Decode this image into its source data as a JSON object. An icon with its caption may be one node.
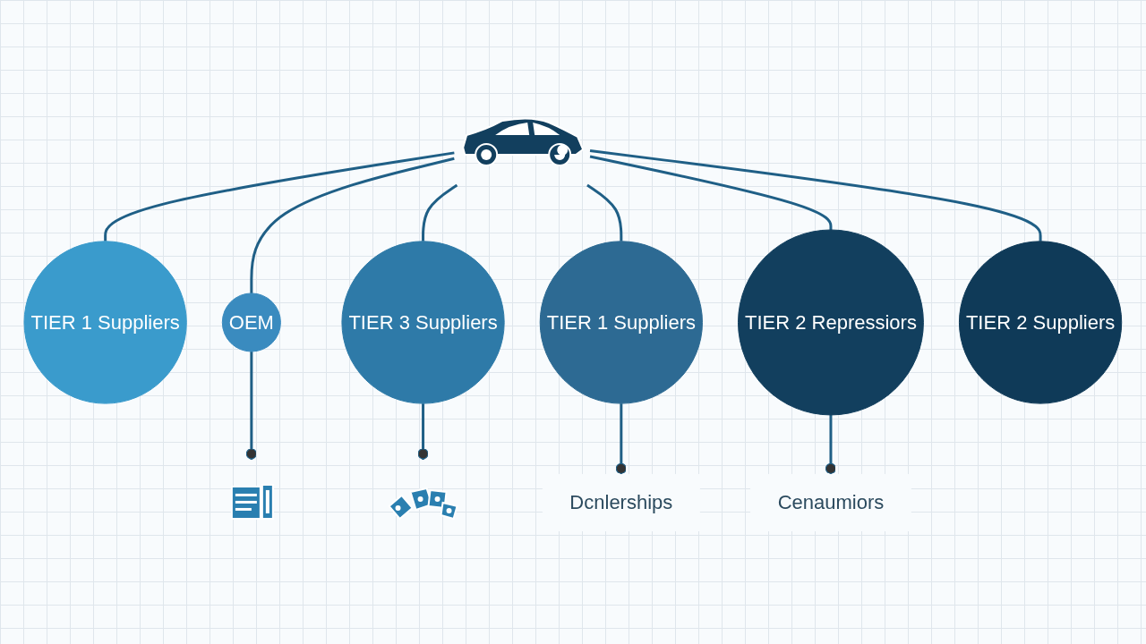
{
  "diagram": {
    "nodes": [
      {
        "text": [
          "TIER 1 Suppliers"
        ]
      },
      {
        "text": [
          "OEM"
        ]
      },
      {
        "text": [
          "TIER 3 Suppliers"
        ]
      },
      {
        "text": [],
        "shape": "picture"
      },
      {
        "text": [
          "TIER 1 Suppliers"
        ]
      },
      {
        "text": [
          "TIER 2 Repressiors"
        ]
      },
      {
        "text": [
          "TIER 2 Suppliers"
        ]
      },
      {
        "text": [],
        "shape": "picture"
      },
      {
        "text": [],
        "shape": "picture"
      },
      {
        "text": [
          "Dcnlerships"
        ]
      },
      {
        "text": [
          "Cenaumiors"
        ]
      }
    ],
    "edges": [
      {
        "from": 3,
        "to": 0,
        "arrow": "none"
      },
      {
        "from": 3,
        "to": 1,
        "arrow": "none"
      },
      {
        "from": 3,
        "to": 2,
        "arrow": "none"
      },
      {
        "from": 3,
        "to": 4,
        "arrow": "none"
      },
      {
        "from": 3,
        "to": 5,
        "arrow": "none"
      },
      {
        "from": 3,
        "to": 6,
        "arrow": "none"
      },
      {
        "from": 1,
        "to": 7,
        "arrow": "other"
      },
      {
        "from": 2,
        "to": 8,
        "arrow": "other"
      },
      {
        "from": 4,
        "to": 9,
        "arrow": "other"
      },
      {
        "from": 5,
        "to": 10,
        "arrow": "other"
      }
    ]
  }
}
